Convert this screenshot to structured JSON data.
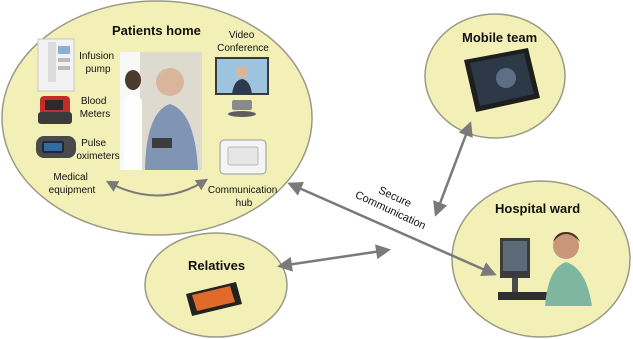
{
  "nodes": {
    "patients_home": {
      "title": "Patients home",
      "items": {
        "infusion_pump": [
          "Infusion",
          "pump"
        ],
        "blood_meters": [
          "Blood",
          "Meters"
        ],
        "pulse_oximeters": [
          "Pulse",
          "oximeters"
        ],
        "medical_equipment": [
          "Medical",
          "equipment"
        ],
        "video_conference": [
          "Video",
          "Conference"
        ],
        "communication_hub": [
          "Communication",
          "hub"
        ]
      }
    },
    "mobile_team": {
      "title": "Mobile team"
    },
    "hospital_ward": {
      "title": "Hospital ward"
    },
    "relatives": {
      "title": "Relatives"
    }
  },
  "link_label": [
    "Secure",
    "Communication"
  ],
  "colors": {
    "bubble_fill": "#f3f0b7",
    "bubble_stroke": "#9a9a86",
    "arrow": "#7a7a7a"
  }
}
